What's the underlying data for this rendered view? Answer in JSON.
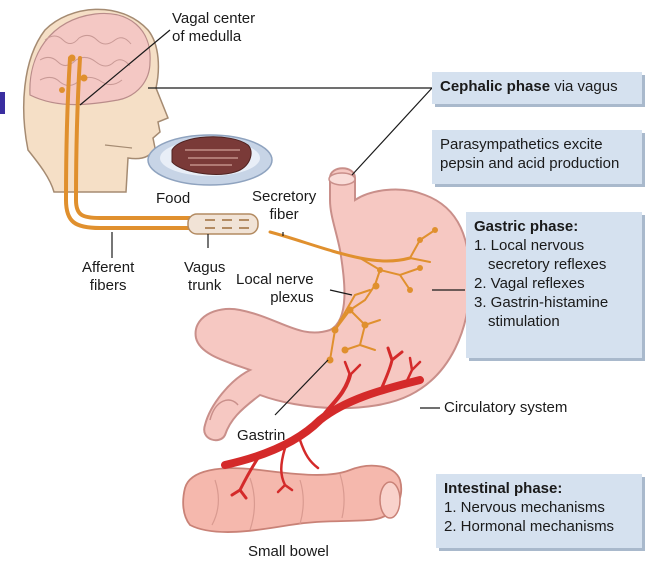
{
  "labels": {
    "vagal_center": [
      "Vagal center",
      "of medulla"
    ],
    "food": "Food",
    "secretory_fiber": [
      "Secretory",
      "fiber"
    ],
    "afferent_fibers": [
      "Afferent",
      "fibers"
    ],
    "vagus_trunk": [
      "Vagus",
      "trunk"
    ],
    "local_nerve_plexus": [
      "Local nerve",
      "plexus"
    ],
    "gastrin": "Gastrin",
    "circulatory_system": "Circulatory system",
    "small_bowel": "Small bowel"
  },
  "boxes": {
    "cephalic": {
      "title": "Cephalic phase",
      "suffix": " via vagus"
    },
    "parasympathetics": {
      "lines": [
        "Parasympathetics excite",
        "pepsin and acid production"
      ]
    },
    "gastric": {
      "title": "Gastric phase:",
      "items": [
        "1. Local nervous",
        "secretory reflexes",
        "2. Vagal reflexes",
        "3. Gastrin-histamine",
        "stimulation"
      ]
    },
    "intestinal": {
      "title": "Intestinal phase:",
      "items": [
        "1. Nervous mechanisms",
        "2. Hormonal mechanisms"
      ]
    }
  },
  "colors": {
    "nerve": "#e0902e",
    "stomach_fill": "#f6c8c2",
    "stomach_stroke": "#c98f8a",
    "artery": "#d42a2a",
    "box_fill": "#d5e1ef",
    "skin": "#f5dfc6",
    "accent": "#3a2ea0"
  },
  "icons": [
    "head",
    "brain",
    "food-plate",
    "stomach",
    "small-bowel",
    "nerve-network",
    "blood-vessels"
  ]
}
